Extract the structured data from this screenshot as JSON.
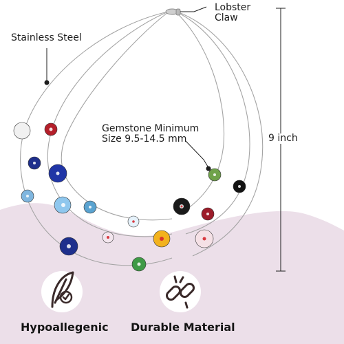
{
  "labels": {
    "clasp_line1": "Lobster",
    "clasp_line2": "Claw",
    "steel": "Stainless Steel",
    "gem_line1": "Gemstone Minimum",
    "gem_line2": "Size 9.5-14.5 mm",
    "length": "9 inch"
  },
  "features": [
    {
      "label": "Hypoallegenic",
      "icon": "feather-check-icon"
    },
    {
      "label": "Durable Material",
      "icon": "chain-link-icon"
    }
  ],
  "colors": {
    "wave_lilac": "#ecdfe9",
    "icon_bg": "#ffffff",
    "icon_stroke": "#3a2a2a",
    "wire": "#9b9b9b",
    "leader": "#1d1d1d"
  }
}
